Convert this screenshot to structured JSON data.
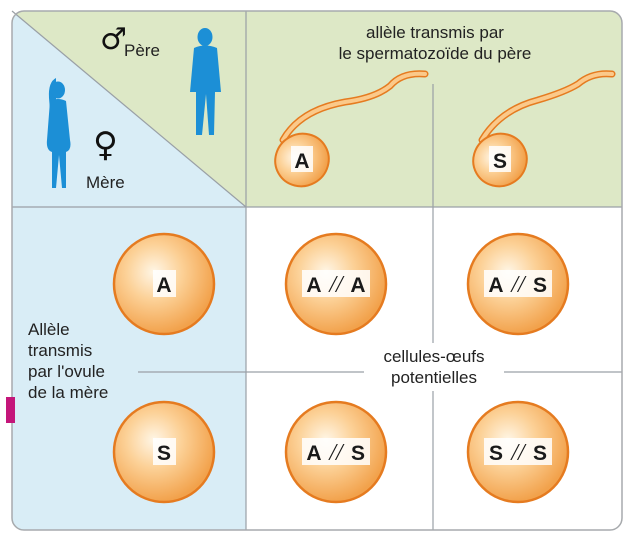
{
  "diagram": {
    "corner": {
      "father_label": "Père",
      "mother_label": "Mère",
      "male_symbol": "♂",
      "female_symbol": "♀",
      "father_icon": "man-silhouette-icon",
      "mother_icon": "woman-silhouette-icon"
    },
    "column_header": {
      "line1": "allèle transmis par",
      "line2": "le spermatozoïde du père"
    },
    "row_header": {
      "line1": "Allèle",
      "line2": "transmis",
      "line3": "par l'ovule",
      "line4": "de la mère"
    },
    "father_alleles": [
      "A",
      "S"
    ],
    "mother_alleles": [
      "A",
      "S"
    ],
    "potential_label": {
      "line1": "cellules-œufs",
      "line2": "potentielles"
    },
    "zygotes": [
      {
        "left": "A",
        "right": "A"
      },
      {
        "left": "A",
        "right": "S"
      },
      {
        "left": "A",
        "right": "S"
      },
      {
        "left": "S",
        "right": "S"
      }
    ],
    "separator": "//",
    "colors": {
      "green_bg": "#dde8c6",
      "blue_bg": "#d9edf6",
      "cell_fill": "#f6b264",
      "cell_stroke": "#e57b20",
      "silhouette": "#1c8fd6",
      "accent_tab": "#c4167a"
    }
  }
}
